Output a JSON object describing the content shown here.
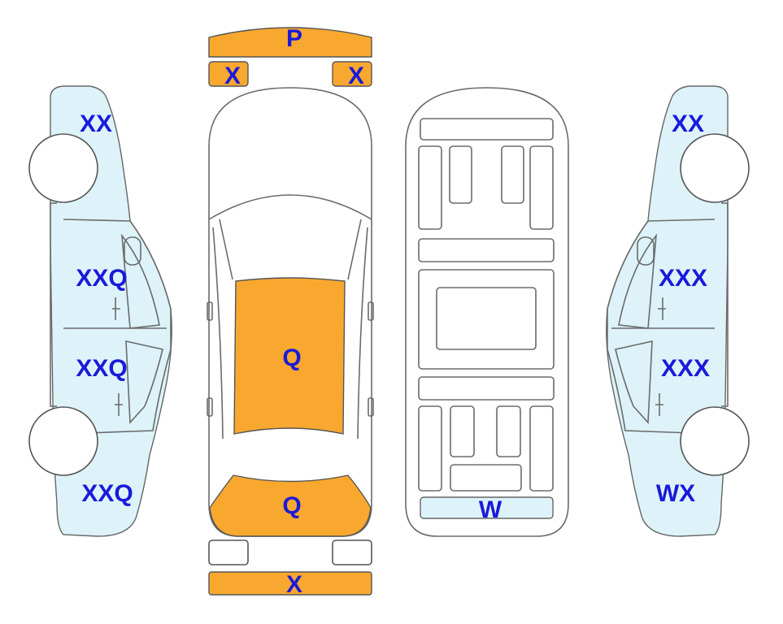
{
  "diagram": {
    "colors": {
      "damage": "#f9a82f",
      "panel": "#ddf3f9",
      "label": "#1a1ad9",
      "outline": "#6b6b6b"
    },
    "top_view": {
      "front_bumper": "P",
      "front_left_light": "X",
      "front_right_light": "X",
      "windshield": "Q",
      "rear_window": "Q",
      "rear_bumper": "X"
    },
    "underside": {
      "rear_panel": "W"
    },
    "left_side": {
      "front_fender": "XX",
      "front_door": "XXQ",
      "rear_door": "XXQ",
      "rear_quarter": "XXQ"
    },
    "right_side": {
      "front_fender": "XX",
      "front_door": "XXX",
      "rear_door": "XXX",
      "rear_quarter": "WX"
    }
  }
}
